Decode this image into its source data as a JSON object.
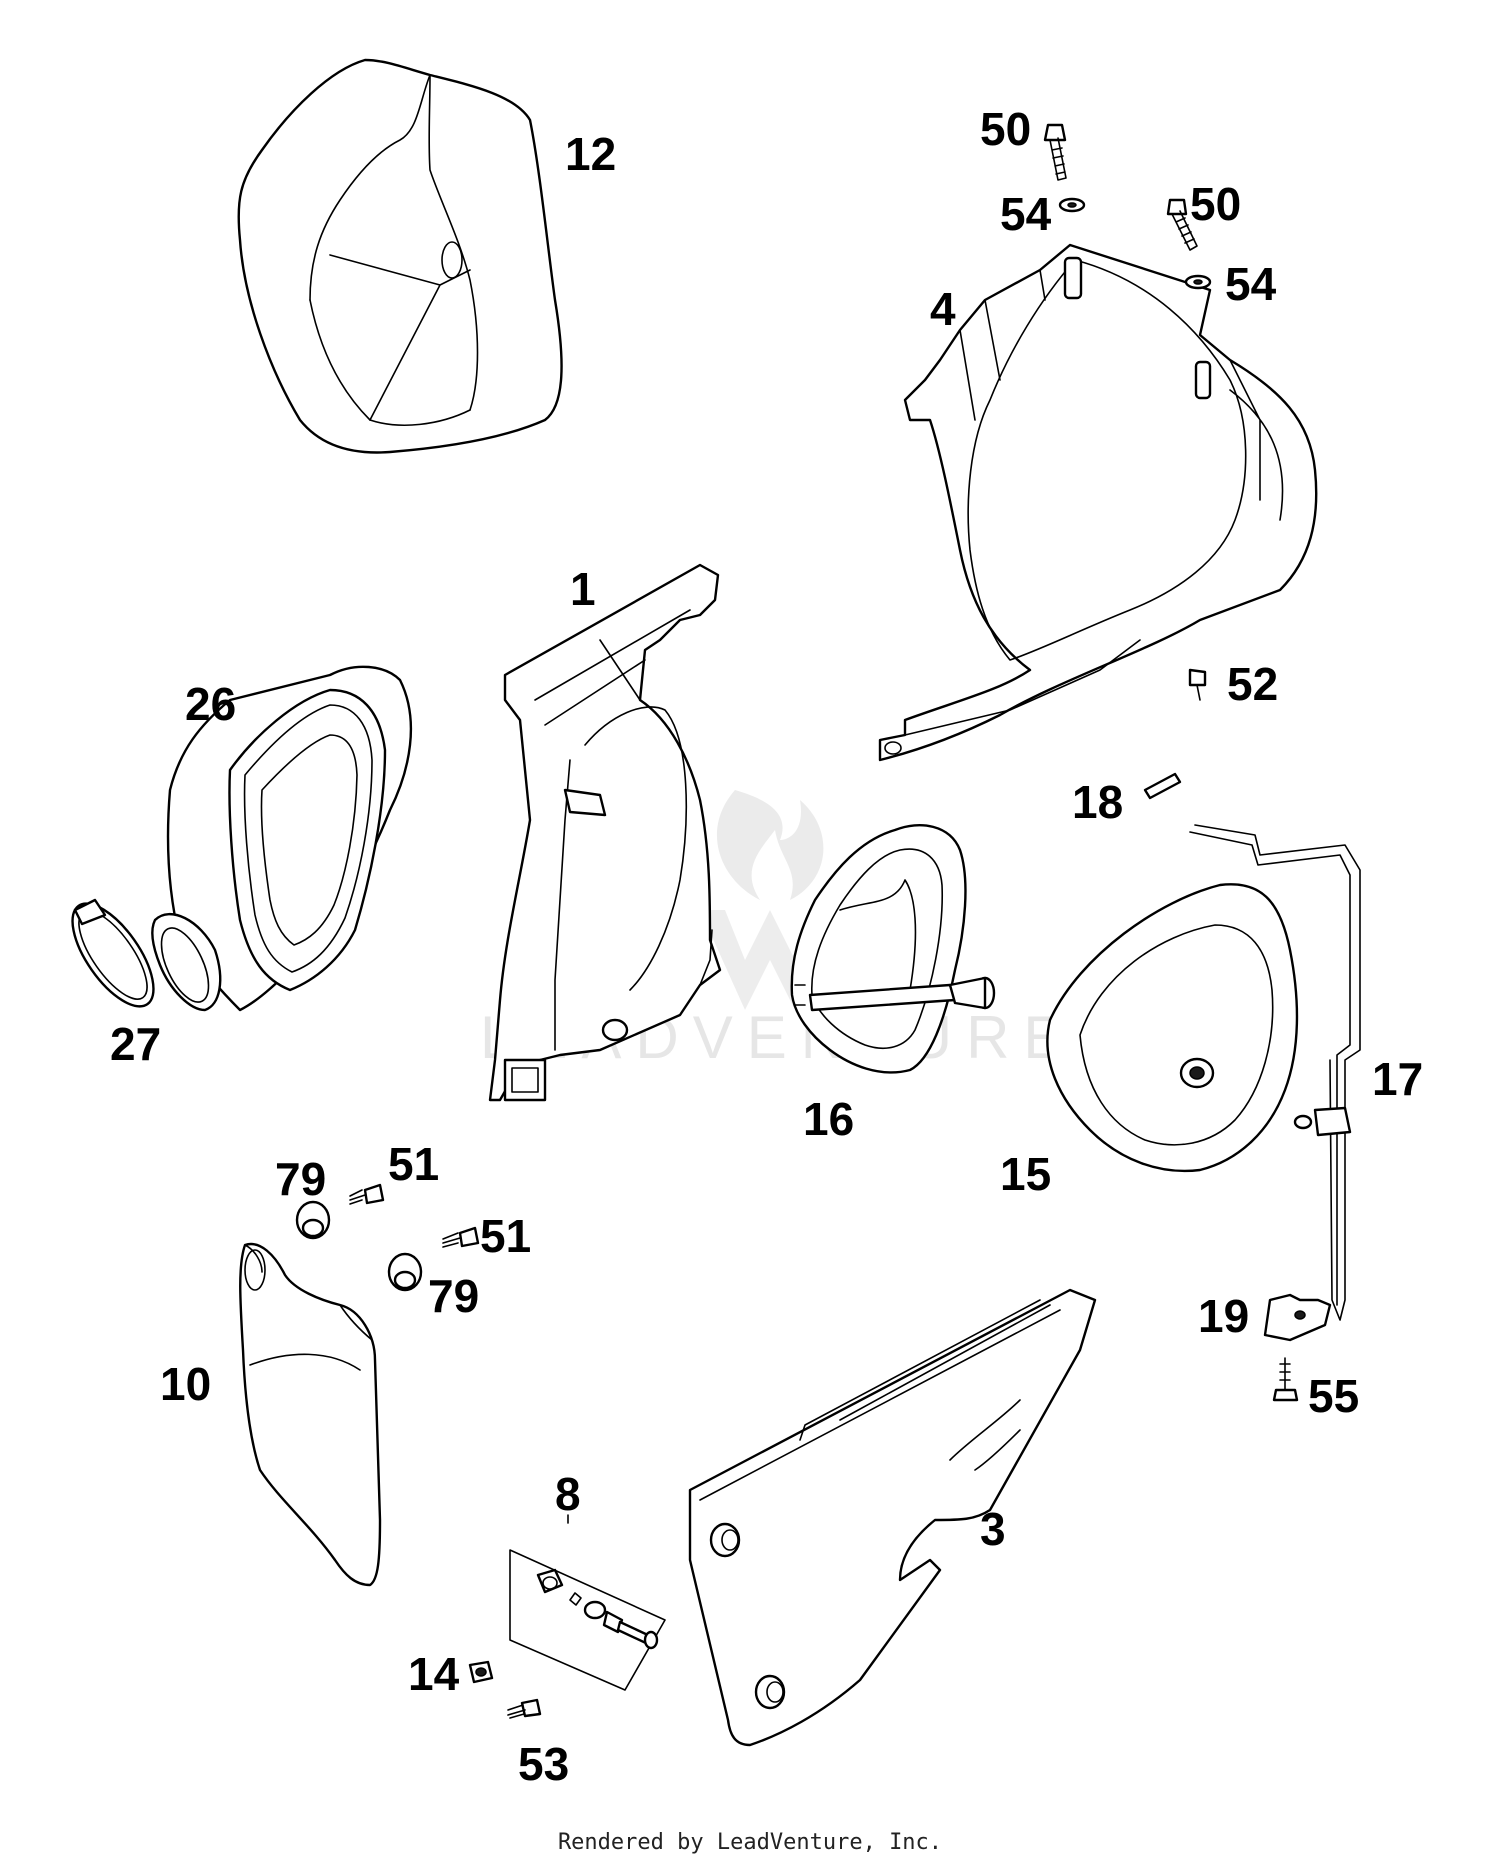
{
  "diagram": {
    "callouts": {
      "c12": "12",
      "c50a": "50",
      "c54a": "54",
      "c50b": "50",
      "c54b": "54",
      "c4": "4",
      "c1": "1",
      "c26": "26",
      "c52": "52",
      "c18": "18",
      "c27": "27",
      "c16": "16",
      "c17": "17",
      "c15": "15",
      "c79a": "79",
      "c51a": "51",
      "c51b": "51",
      "c79b": "79",
      "c10": "10",
      "c19": "19",
      "c55": "55",
      "c8": "8",
      "c3": "3",
      "c14": "14",
      "c53": "53"
    },
    "watermark": "LEADVENTURE",
    "footer": "Rendered by LeadVenture, Inc."
  }
}
